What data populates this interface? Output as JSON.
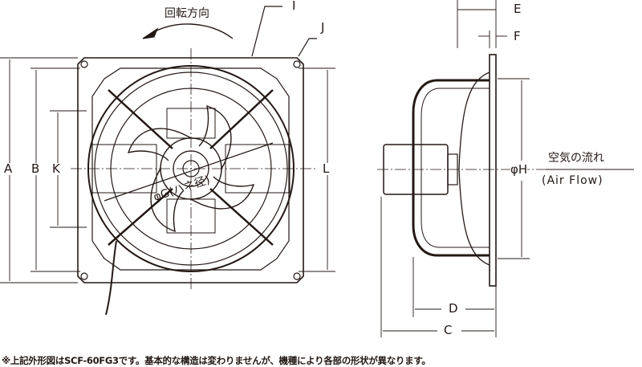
{
  "front_view": {
    "rotation_label": "回転方向",
    "labels": {
      "A": "A",
      "B": "B",
      "K": "K",
      "L": "L",
      "I": "I",
      "J": "J"
    },
    "blade_diameter_label": "φG(ハネ径)"
  },
  "side_view": {
    "labels": {
      "E": "E",
      "F": "F",
      "H": "φH",
      "D": "D",
      "C": "C"
    },
    "airflow_label_jp": "空気の流れ",
    "airflow_label_en": "(Air Flow)"
  },
  "note": "※上記外形図はSCF-60FG3です。基本的な構造は変わりませんが、機種により各部の形状が異なります。",
  "colors": {
    "line": "#231815",
    "fill": "#ffffff"
  }
}
